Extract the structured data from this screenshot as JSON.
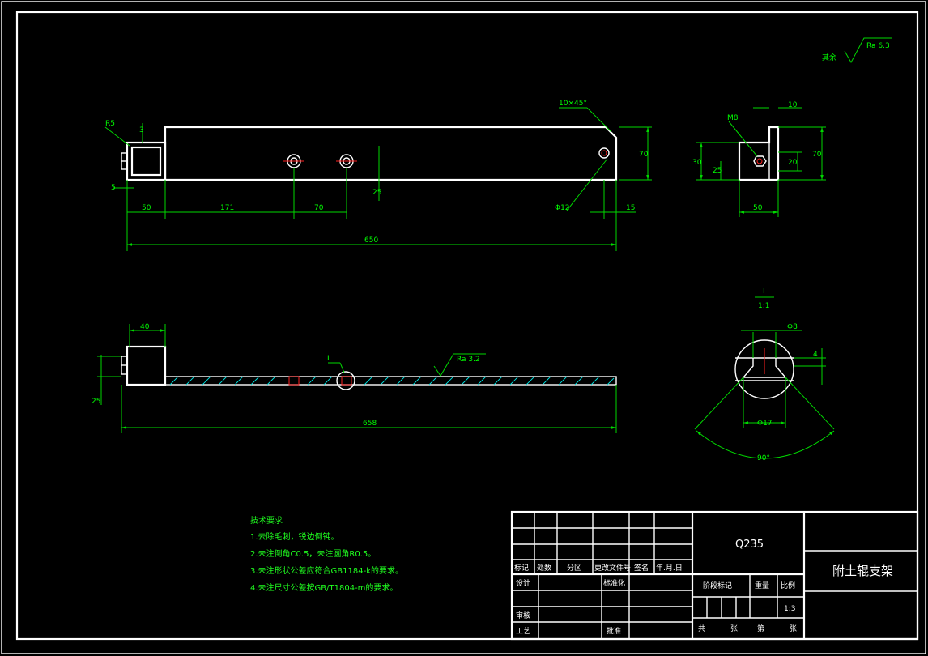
{
  "surface_finish": {
    "label": "其余",
    "value": "Ra 6.3"
  },
  "front_view": {
    "r5": "R5",
    "d3": "3",
    "d5": "5",
    "chamfer": "10×45°",
    "d70h": "70",
    "d25": "25",
    "phi12": "Φ12",
    "d15": "15",
    "d50": "50",
    "d171": "171",
    "d70": "70",
    "d650": "650"
  },
  "side_view": {
    "d10": "10",
    "m8": "M8",
    "d30": "30",
    "d25": "25",
    "d20": "20",
    "d70": "70",
    "d50": "50"
  },
  "top_view": {
    "d40": "40",
    "detail": "I",
    "roughness": "Ra 3.2",
    "d25": "25",
    "d658": "658"
  },
  "detail_view": {
    "title_top": "I",
    "title_bottom": "1:1",
    "phi8": "Φ8",
    "d4": "4",
    "phi17": "Φ17",
    "angle": "90°"
  },
  "requirements": {
    "title": "技术要求",
    "items": [
      "1.去除毛刺，锐边倒钝。",
      "2.未注倒角C0.5，未注圆角R0.5。",
      "3.未注形状公差应符合GB1184-k的要求。",
      "4.未注尺寸公差按GB/T1804-m的要求。"
    ]
  },
  "title_block": {
    "material": "Q235",
    "part_name": "附土辊支架",
    "rev_headers": [
      "标记",
      "处数",
      "分区",
      "更改文件号",
      "签名",
      "年.月.日"
    ],
    "design": "设计",
    "standardize": "标准化",
    "stage_mark": "阶段标记",
    "weight": "重量",
    "scale": "比例",
    "scale_value": "1:3",
    "review": "审核",
    "process": "工艺",
    "approve": "批准",
    "total": "共",
    "sheets": "张",
    "sheet_no": "第",
    "sheet": "张"
  }
}
